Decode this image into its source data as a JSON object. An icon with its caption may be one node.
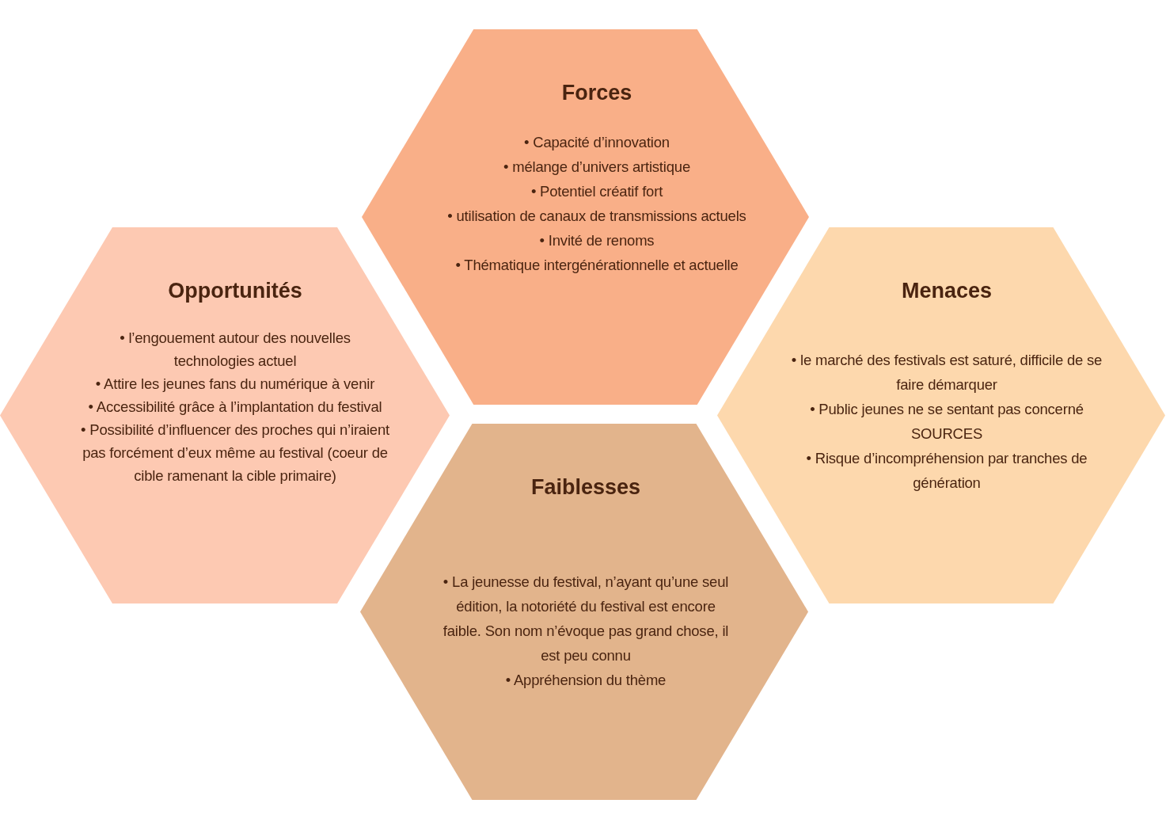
{
  "diagram": {
    "nodes": [
      {
        "text": [
          "Forces",
          "•  Capacité d’innovation",
          "•  mélange d’univers artistique",
          "•  Potentiel créatif fort",
          "•  utilisation de canaux de transmissions actuels",
          "•  Invité de renoms",
          "•  Thématique intergénérationnelle et actuelle"
        ]
      },
      {
        "text": [
          "Opportunités",
          "•  l’engouement autour des nouvelles technologies actuel",
          "•  Attire les jeunes fans du numérique à venir",
          "•  Accessibilité grâce à l’implantation du festival",
          "•  Possibilité d’influencer des proches qui n’iraient pas forcément d’eux même au festival (coeur de cible ramenant la cible primaire)"
        ]
      },
      {
        "text": [
          "Menaces",
          "•  le marché des festivals est saturé, difficile de se faire démarquer",
          "•  Public jeunes ne se sentant pas concerné SOURCES",
          "•  Risque d’incompréhension par tranches de génération"
        ]
      },
      {
        "text": [
          "Faiblesses",
          "•  La jeunesse du festival, n’ayant qu’une seul édition, la notoriété du festival est encore faible. Son nom n’évoque pas grand chose, il est peu connu",
          "•  Appréhension du thème"
        ]
      }
    ],
    "edges": []
  }
}
